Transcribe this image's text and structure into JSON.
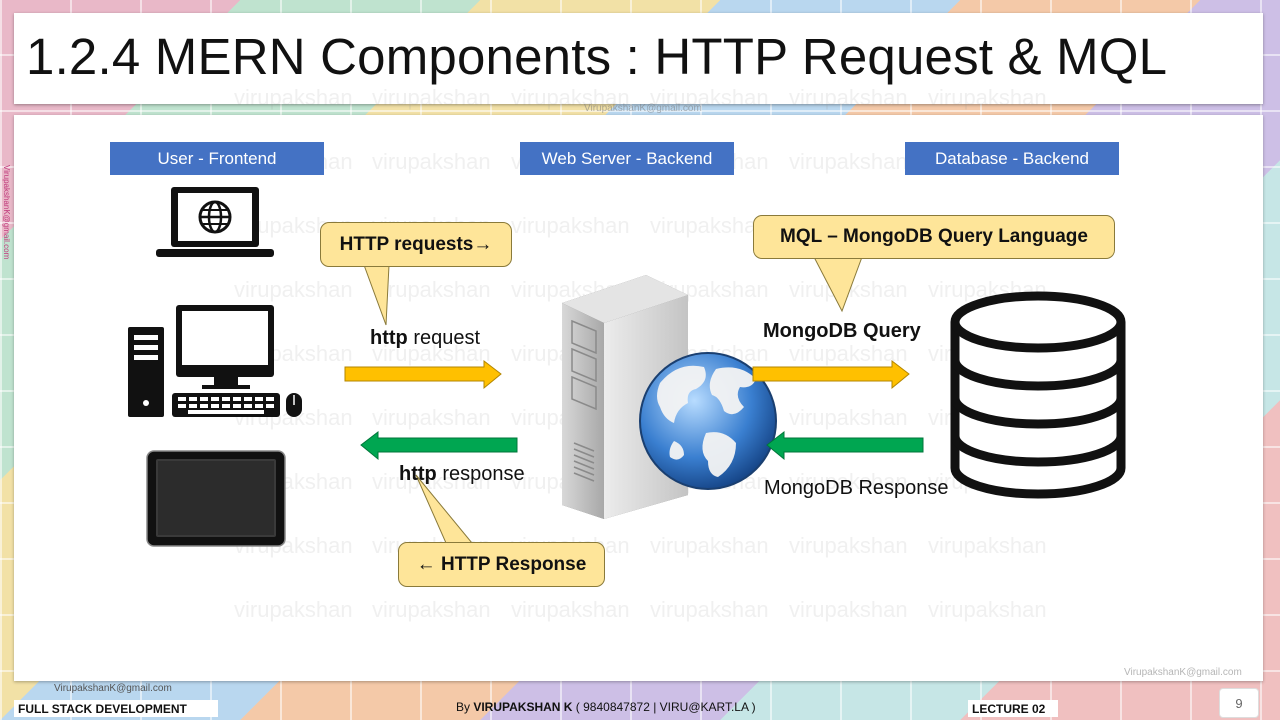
{
  "slide": {
    "title": "1.2.4 MERN Components : HTTP Request & MQL",
    "page_number": "9"
  },
  "watermark": {
    "text": "virupakshan",
    "email": "VirupakshanK@gmail.com"
  },
  "headers": {
    "frontend": "User - Frontend",
    "webserver": "Web Server - Backend",
    "database": "Database - Backend"
  },
  "callouts": {
    "http_requests": "HTTP requests→",
    "http_response": "← HTTP Response",
    "mql": "MQL – MongoDB Query Language"
  },
  "labels": {
    "http_request_bold": "http",
    "http_request_rest": " request",
    "http_response_bold": "http",
    "http_response_rest": " response",
    "mongodb_query": "MongoDB Query",
    "mongodb_response": "MongoDB Response"
  },
  "footer": {
    "left": "FULL STACK DEVELOPMENT",
    "center_prefix": "By ",
    "center_name": "VIRUPAKSHAN K",
    "center_suffix": " ( 9840847872 | VIRU@KART.LA )",
    "right": "LECTURE 02"
  },
  "colors": {
    "header_blue": "#4472c4",
    "callout_yellow": "#fee599",
    "request_arrow": "#ffc000",
    "response_arrow": "#00a651"
  }
}
